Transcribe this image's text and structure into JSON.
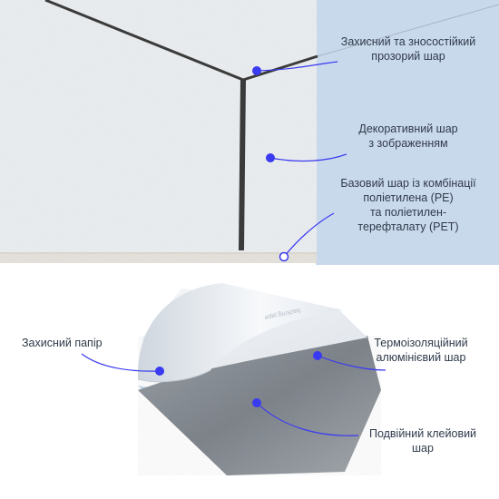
{
  "top_panel": {
    "labels": [
      {
        "id": "protective",
        "lines": [
          "Захисний та зносостійкий",
          "прозорий шар"
        ]
      },
      {
        "id": "decorative",
        "lines": [
          "Декоративний шар",
          "з зображенням"
        ]
      },
      {
        "id": "base",
        "lines": [
          "Базовий шар із комбінації",
          "поліетилена (PE)",
          "та поліетилен-",
          "терефталату (PET)"
        ]
      }
    ]
  },
  "bottom_panel": {
    "labels": [
      {
        "id": "paper",
        "lines": [
          "Захисний папір"
        ]
      },
      {
        "id": "foil",
        "lines": [
          "Термоізоляційний",
          "алюмінієвий шар"
        ]
      },
      {
        "id": "adhesive",
        "lines": [
          "Подвійний клейовий",
          "шар"
        ]
      }
    ],
    "paper_watermark": "ǝdɐʇ ƃuıʞɔɐq"
  },
  "colors": {
    "accent": "#3a3af0",
    "label_text": "#2f3a4a",
    "panel_blue": "#c9d9ec",
    "material_white": "#eceff2",
    "seam_dark": "#3b3b3b"
  }
}
